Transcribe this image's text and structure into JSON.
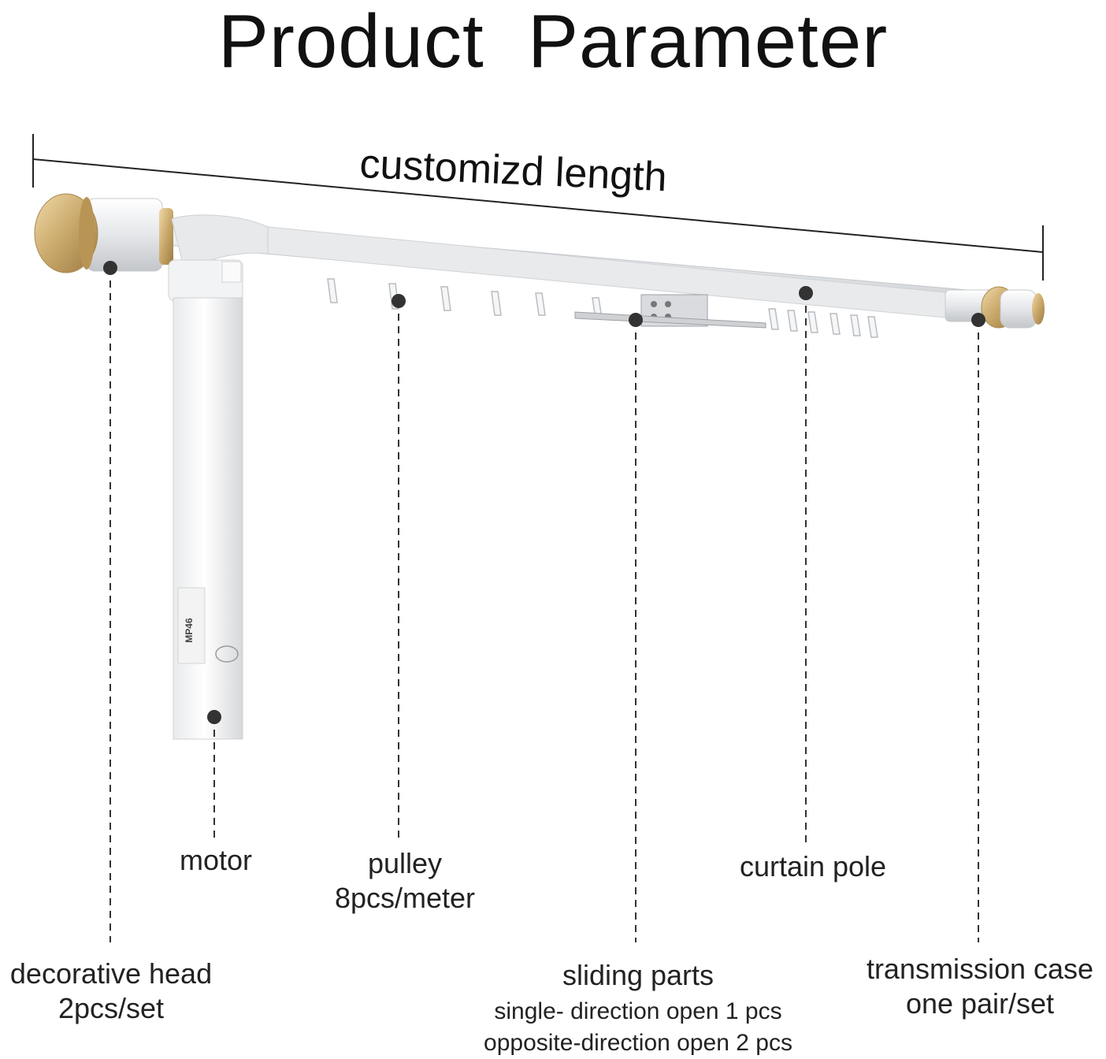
{
  "title": "Product  Parameter",
  "dimension": {
    "label": "customizd length"
  },
  "callouts": {
    "motor": {
      "name": "motor"
    },
    "pulley": {
      "name": "pulley",
      "detail": "8pcs/meter"
    },
    "curtain_pole": {
      "name": "curtain pole"
    },
    "decorative_head": {
      "name": "decorative head",
      "detail": "2pcs/set"
    },
    "sliding_parts": {
      "name": "sliding parts",
      "detail_1": "single- direction open 1 pcs",
      "detail_2": "opposite-direction open 2 pcs"
    },
    "transmission_case": {
      "name": "transmission case",
      "detail": "one pair/set"
    }
  },
  "motor_label": {
    "model": "MP46"
  },
  "colors": {
    "gold": "#c9a86a",
    "rail": "#e4e6e8",
    "line": "#333333"
  }
}
